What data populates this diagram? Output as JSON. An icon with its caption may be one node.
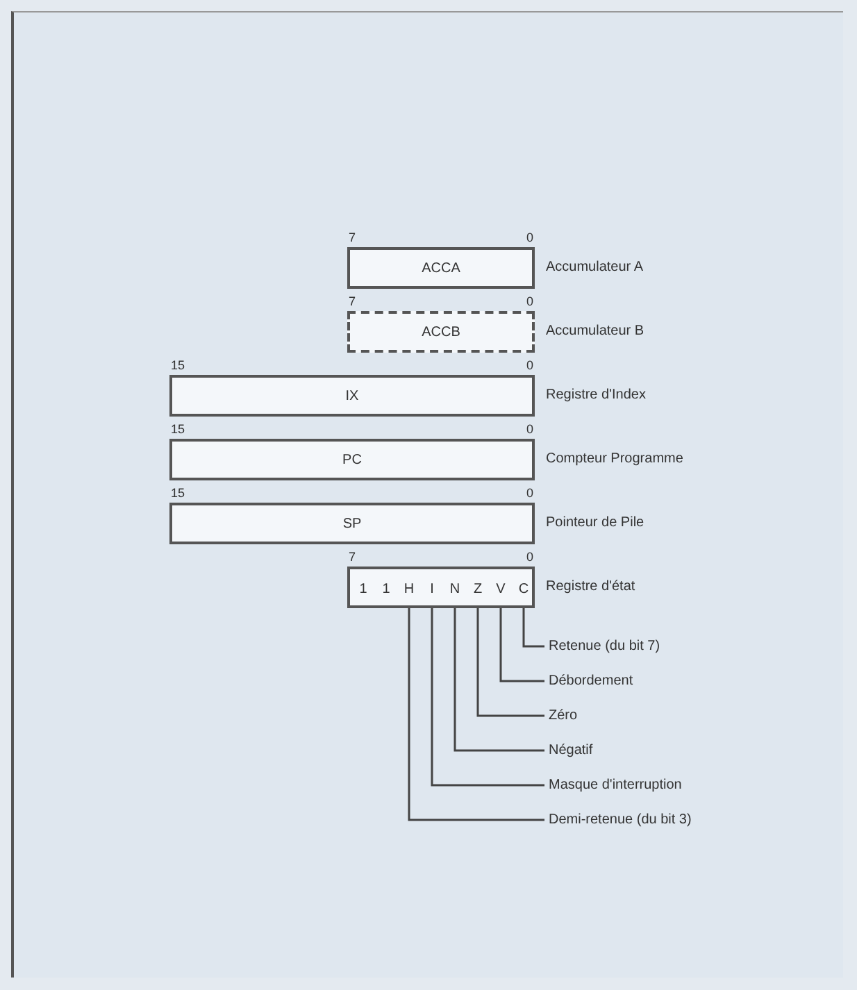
{
  "diagram": {
    "nodes": [
      {
        "text": [
          "ACCA"
        ],
        "beside": [
          "Accumulateur A"
        ]
      },
      {
        "text": [
          "ACCB"
        ],
        "beside": [
          "Accumulateur B"
        ]
      },
      {
        "text": [
          "IX"
        ],
        "beside": [
          "Registre d'Index"
        ]
      },
      {
        "text": [
          "PC"
        ],
        "beside": [
          "Compteur Programme"
        ]
      },
      {
        "text": [
          "SP"
        ],
        "beside": [
          "Pointeur de Pile"
        ]
      },
      {
        "text": [],
        "shape": "box",
        "beside": [
          "Registre d'état"
        ]
      },
      {
        "text": [
          "1"
        ],
        "in": 5
      },
      {
        "text": [
          "1"
        ],
        "in": 5
      },
      {
        "text": [
          "H"
        ],
        "in": 5
      },
      {
        "text": [
          "I"
        ],
        "in": 5
      },
      {
        "text": [
          "N"
        ],
        "in": 5
      },
      {
        "text": [
          "Z"
        ],
        "in": 5
      },
      {
        "text": [
          "V"
        ],
        "in": 5
      },
      {
        "text": [
          "C"
        ],
        "in": 5
      },
      {
        "text": [
          "Retenue (du bit 7)"
        ]
      },
      {
        "text": [
          "Débordement"
        ]
      },
      {
        "text": [
          "Zéro"
        ]
      },
      {
        "text": [
          "Négatif"
        ]
      },
      {
        "text": [
          "Masque d'interruption"
        ]
      },
      {
        "text": [
          "Demi-retenue (du bit 3)"
        ]
      }
    ],
    "edges": [
      {
        "from": 14,
        "to": 13,
        "arrow": "none"
      },
      {
        "from": 15,
        "to": 12,
        "arrow": "none"
      },
      {
        "from": 16,
        "to": 11,
        "arrow": "none"
      },
      {
        "from": 17,
        "to": 10,
        "arrow": "none"
      },
      {
        "from": 18,
        "to": 9,
        "arrow": "none"
      },
      {
        "from": 19,
        "to": 8,
        "arrow": "none"
      }
    ],
    "labels": [
      "7",
      "0",
      "7",
      "0",
      "15",
      "0",
      "15",
      "0",
      "15",
      "0",
      "7",
      "0"
    ]
  }
}
